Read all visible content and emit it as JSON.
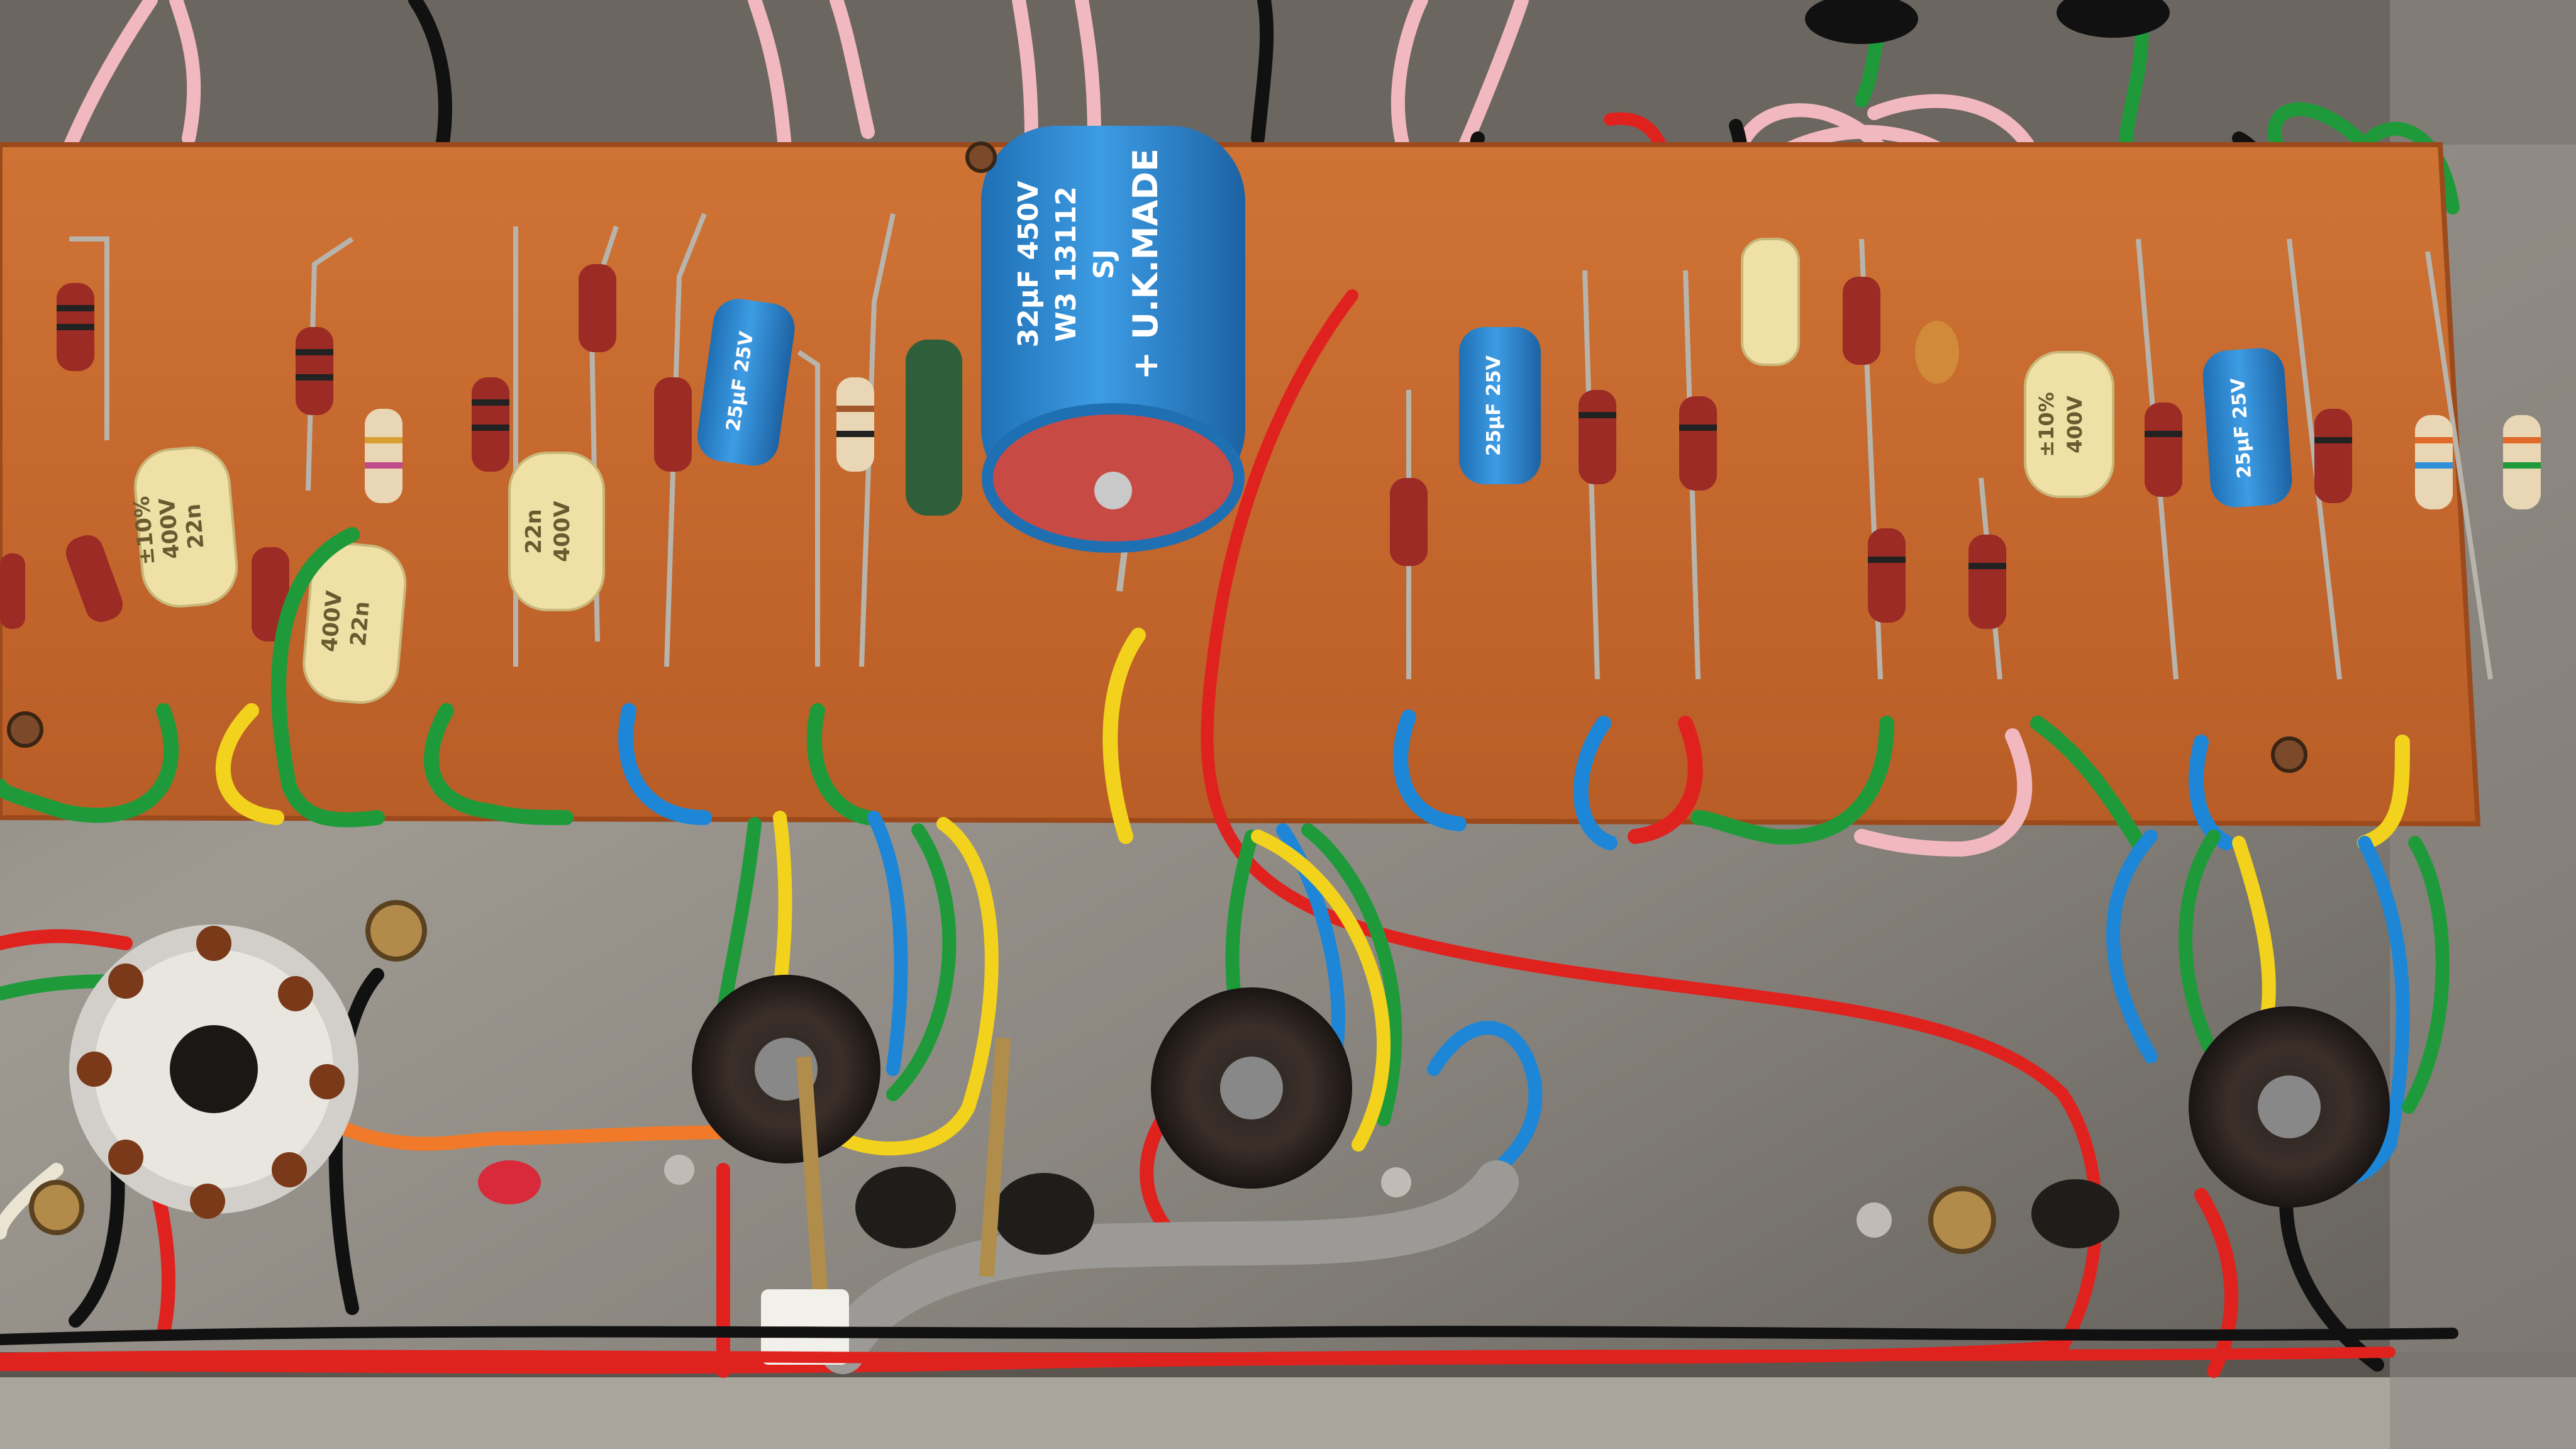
{
  "photo": {
    "colors": {
      "chassis": "#8a8680",
      "chassis_dark": "#4f4b45",
      "board": "#c8692e",
      "board_edge": "#9c4a1c",
      "wire_red": "#e0221f",
      "wire_green": "#1f9a3a",
      "wire_blue": "#1d86d6",
      "wire_yellow": "#f2d21c",
      "wire_pink": "#f2b8bf",
      "wire_black": "#111111",
      "wire_orange": "#f07a2a",
      "wire_grey": "#9b9a96",
      "cap_blue": "#2f8fd8",
      "cap_cream": "#efe0a6"
    },
    "big_capacitor": {
      "lines": [
        "32μF 450V",
        "W3 13112",
        "SJ",
        "+ U.K.MADE"
      ]
    },
    "small_caps": [
      {
        "label": "25μF 25V"
      },
      {
        "label": "25μF 25V"
      },
      {
        "label": "25μF 25V"
      }
    ],
    "film_caps": [
      {
        "lines": [
          "±10%",
          "400V",
          "22n"
        ]
      },
      {
        "lines": [
          "400V",
          "22n"
        ]
      },
      {
        "lines": [
          "22n",
          "400V"
        ]
      },
      {
        "lines": [
          "±10%",
          "400V"
        ]
      }
    ],
    "tubes": [
      {
        "name": "power-tube-socket"
      },
      {
        "name": "preamp-tube-socket-1"
      },
      {
        "name": "preamp-tube-socket-2"
      },
      {
        "name": "preamp-tube-socket-3"
      }
    ]
  }
}
